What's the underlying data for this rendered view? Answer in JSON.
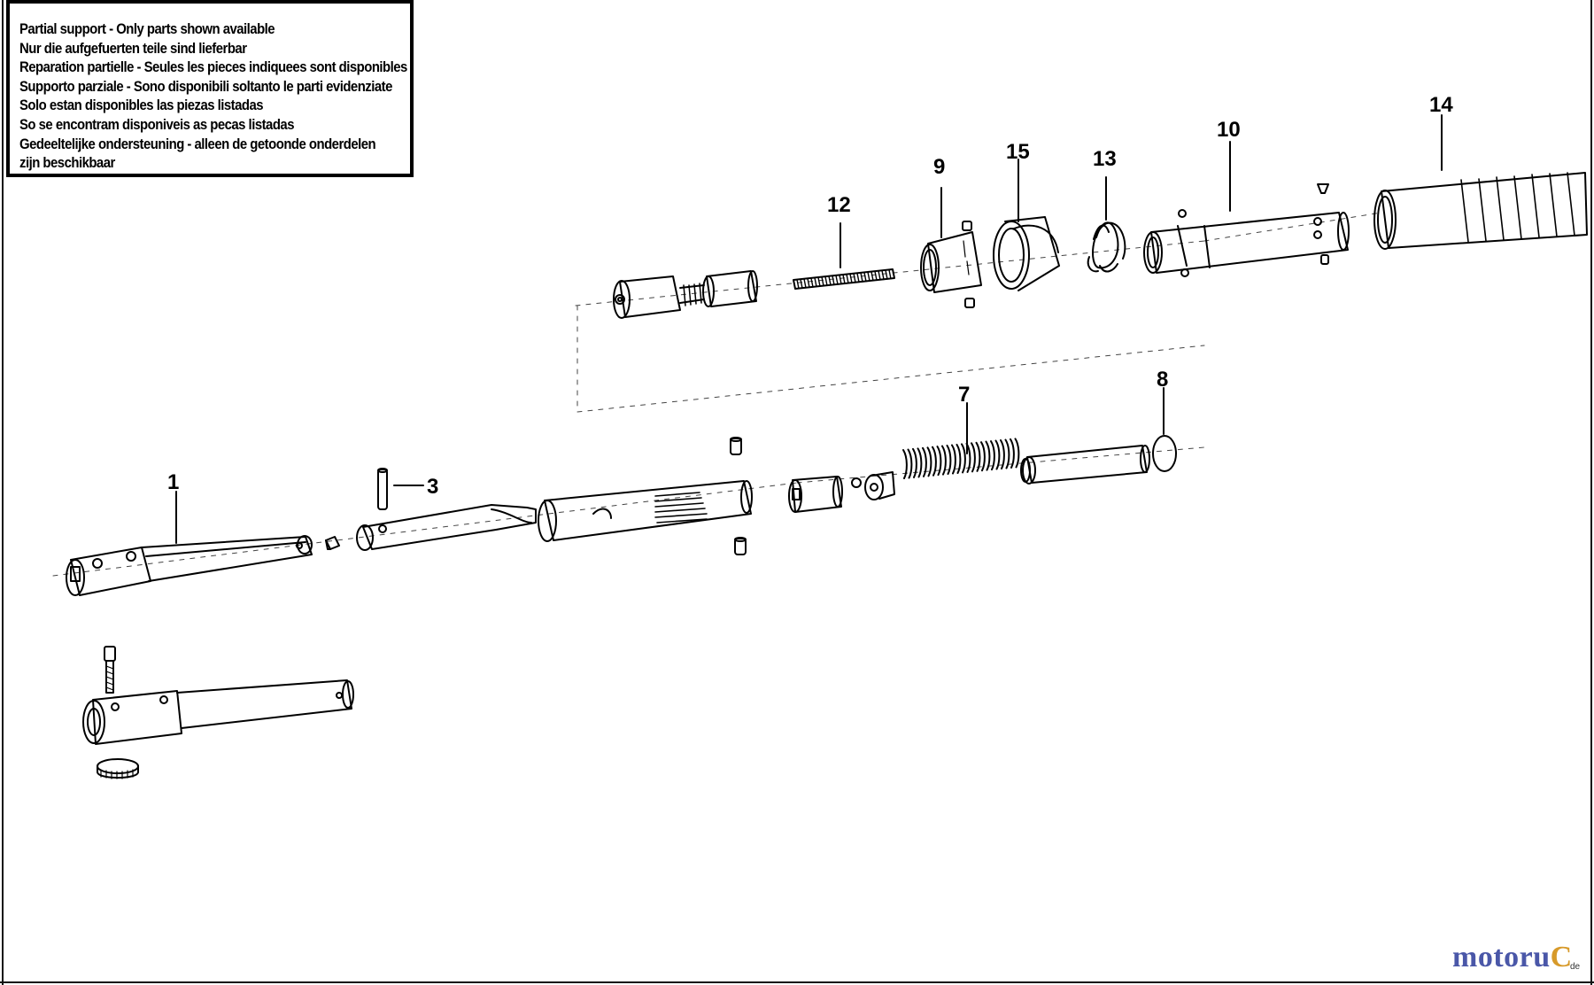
{
  "notice": {
    "lines": [
      "Partial support - Only parts shown available",
      "Nur die aufgefuerten teile sind lieferbar",
      "Reparation partielle - Seules les pieces indiquees sont disponibles",
      "Supporto parziale - Sono disponibili soltanto le parti evidenziate",
      "Solo estan disponibles las piezas listadas",
      "So se encontram disponiveis as pecas listadas",
      "Gedeeltelijke ondersteuning - alleen de getoonde onderdelen",
      "zijn beschikbaar"
    ]
  },
  "parts": [
    {
      "id": "1",
      "label": "1"
    },
    {
      "id": "3",
      "label": "3"
    },
    {
      "id": "7",
      "label": "7"
    },
    {
      "id": "8",
      "label": "8"
    },
    {
      "id": "9",
      "label": "9"
    },
    {
      "id": "10",
      "label": "10"
    },
    {
      "id": "12",
      "label": "12"
    },
    {
      "id": "13",
      "label": "13"
    },
    {
      "id": "14",
      "label": "14"
    },
    {
      "id": "15",
      "label": "15"
    }
  ],
  "watermark": {
    "part1": "motoru",
    "part2": "C",
    "suffix": "de"
  },
  "colors": {
    "line": "#000000",
    "watermark_blue": "#4a57a8",
    "watermark_orange": "#d79a2a"
  }
}
